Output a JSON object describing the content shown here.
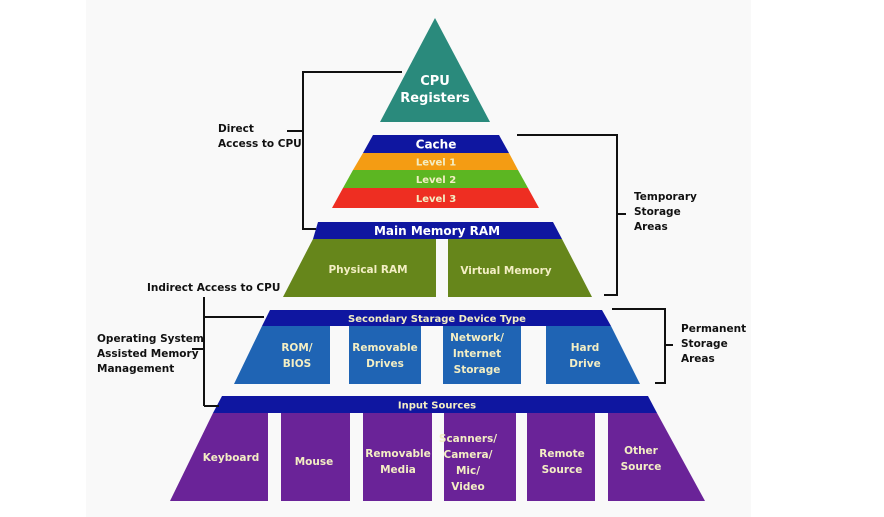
{
  "title": "Memory Hierarchy Pyramid",
  "colors": {
    "teal": "#2a8a7c",
    "navy": "#0f16a0",
    "orange": "#f49c13",
    "green_level": "#5cb622",
    "red": "#ee2e22",
    "olive": "#66861b",
    "steel_blue": "#1f64b4",
    "purple": "#6a2398",
    "line": "#111111",
    "text_light": "#ffffff",
    "text_cream": "#f3eec4"
  },
  "tiers": {
    "registers": {
      "label_line1": "CPU",
      "label_line2": "Registers"
    },
    "cache": {
      "header": "Cache",
      "levels": [
        "Level 1",
        "Level 2",
        "Level 3"
      ]
    },
    "main_memory": {
      "header": "Main Memory RAM",
      "blocks": [
        "Physical RAM",
        "Virtual Memory"
      ]
    },
    "secondary": {
      "header": "Secondary Starage Device Type",
      "blocks": [
        [
          "ROM/",
          "BIOS"
        ],
        [
          "Removable",
          "Drives"
        ],
        [
          "Network/",
          "Internet",
          "Storage"
        ],
        [
          "Hard",
          "Drive"
        ]
      ]
    },
    "input": {
      "header": "Input Sources",
      "blocks": [
        [
          "Keyboard"
        ],
        [
          "Mouse"
        ],
        [
          "Removable",
          "Media"
        ],
        [
          "Scanners/",
          "Camera/",
          "Mic/",
          "Video"
        ],
        [
          "Remote",
          "Source"
        ],
        [
          "Other",
          "Source"
        ]
      ]
    }
  },
  "annotations": {
    "direct_access": [
      "Direct",
      "Access to CPU"
    ],
    "indirect_access": "Indirect Access to CPU",
    "os_assisted": [
      "Operating System",
      "Assisted Memory",
      "Management"
    ],
    "temporary": [
      "Temporary",
      "Storage",
      "Areas"
    ],
    "permanent": [
      "Permanent",
      "Storage",
      "Areas"
    ]
  }
}
